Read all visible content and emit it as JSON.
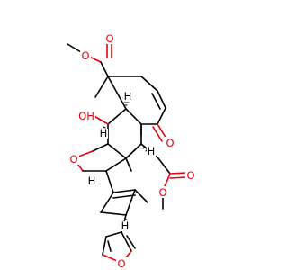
{
  "colors": {
    "background": "#ffffff",
    "carbon": "#000000",
    "oxygen": "#e8000b"
  },
  "labels": {
    "o_ester1_carbonyl": "O",
    "o_ester1_ether": "O",
    "o_ketone": "O",
    "o_hydroxyl": "OH",
    "o_ring_furan": "O",
    "o_ester2_carbonyl": "O",
    "o_ester2_ether": "O",
    "o_furan": "O"
  },
  "stereo_h_glyph": "H"
}
